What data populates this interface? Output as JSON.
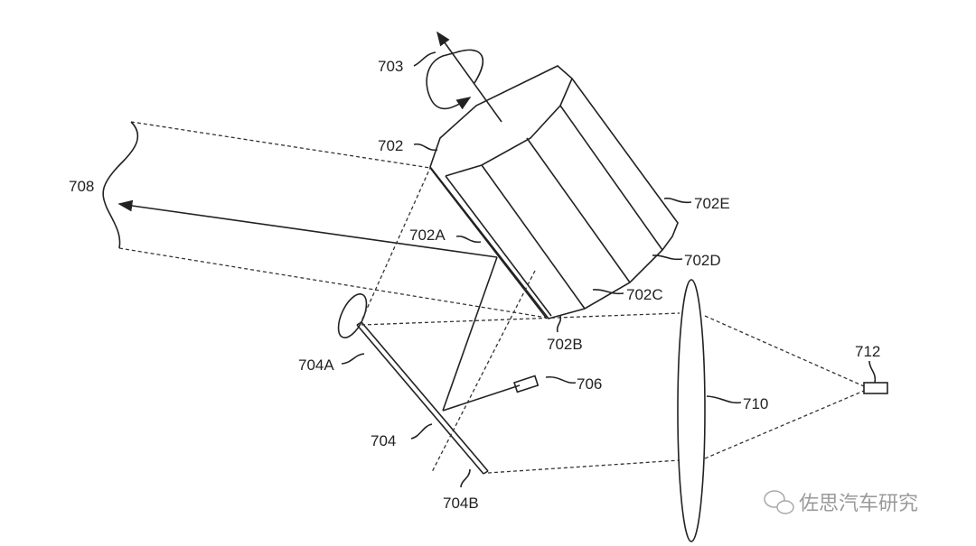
{
  "figure": {
    "labels": {
      "l703": "703",
      "l702": "702",
      "l708": "708",
      "l702A": "702A",
      "l702E": "702E",
      "l702D": "702D",
      "l702C": "702C",
      "l702B": "702B",
      "l704A": "704A",
      "l706": "706",
      "l710": "710",
      "l704": "704",
      "l704B": "704B",
      "l712": "712"
    },
    "watermark": "佐思汽车研究",
    "colors": {
      "ink": "#222222",
      "watermark": "#9a9a9a"
    }
  }
}
